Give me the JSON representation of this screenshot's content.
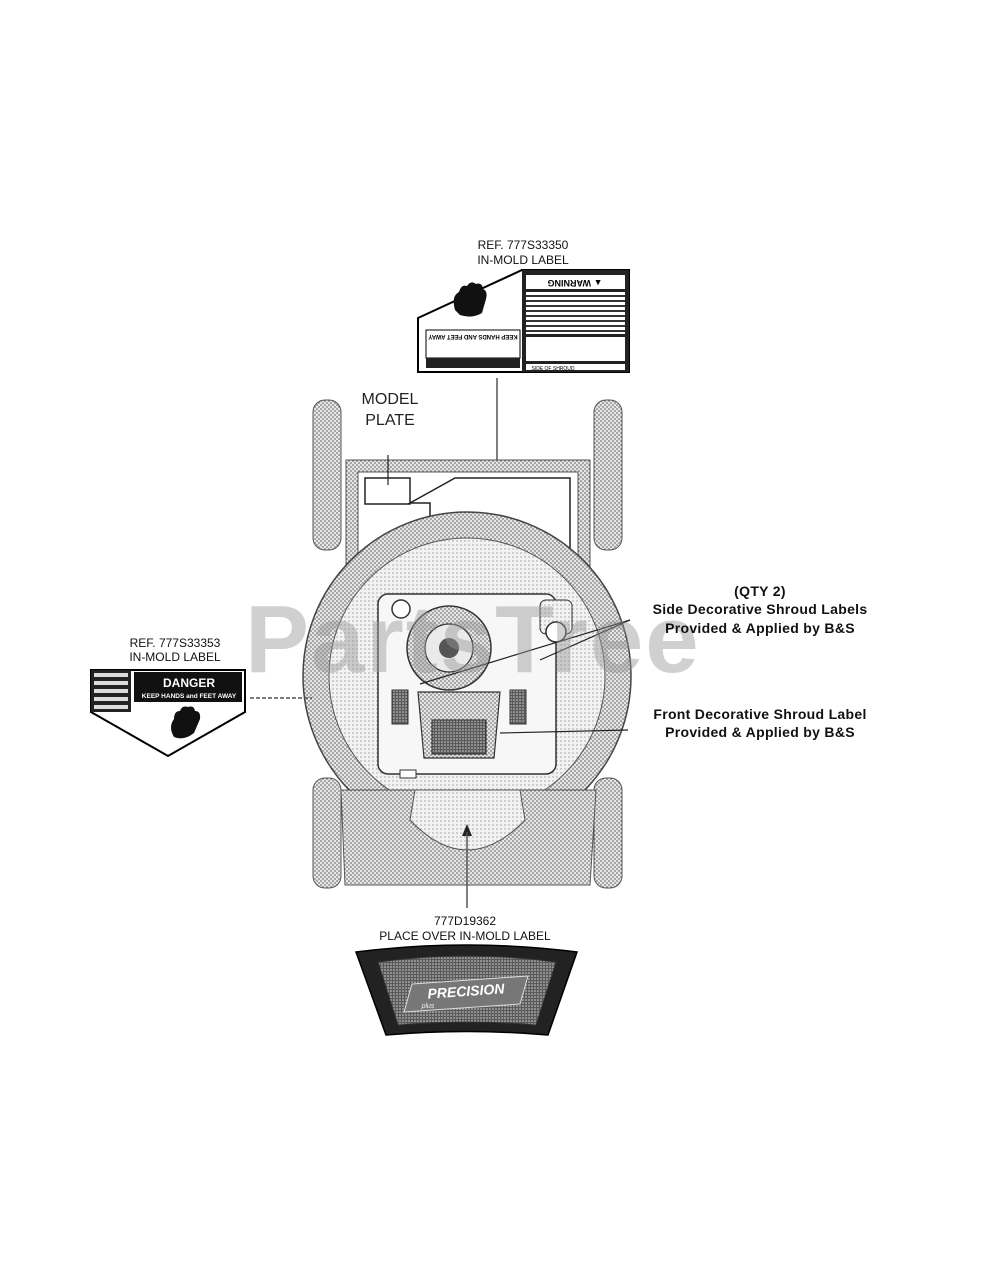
{
  "watermark": "PartsTree",
  "labels": {
    "top_ref": "REF. 777S33350",
    "top_kind": "IN-MOLD LABEL",
    "model_plate_1": "MODEL",
    "model_plate_2": "PLATE",
    "left_ref": "REF. 777S33353",
    "left_kind": "IN-MOLD LABEL",
    "qty": "(QTY 2)",
    "side_shroud_1": "Side Decorative Shroud Labels",
    "side_shroud_2": "Provided & Applied by B&S",
    "front_shroud_1": "Front Decorative Shroud Label",
    "front_shroud_2": "Provided & Applied by B&S",
    "bottom_part": "777D19362",
    "bottom_instruction": "PLACE OVER IN-MOLD LABEL"
  },
  "warning_label": {
    "header": "▲ WARNING",
    "side_text": "KEEP HANDS AND FEET AWAY",
    "footer": "SIDE OF SHROUD"
  },
  "danger_label": {
    "title": "DANGER",
    "subtitle": "KEEP HANDS and FEET AWAY"
  },
  "badge": {
    "line1": "PRECISION",
    "line2": "plus"
  }
}
